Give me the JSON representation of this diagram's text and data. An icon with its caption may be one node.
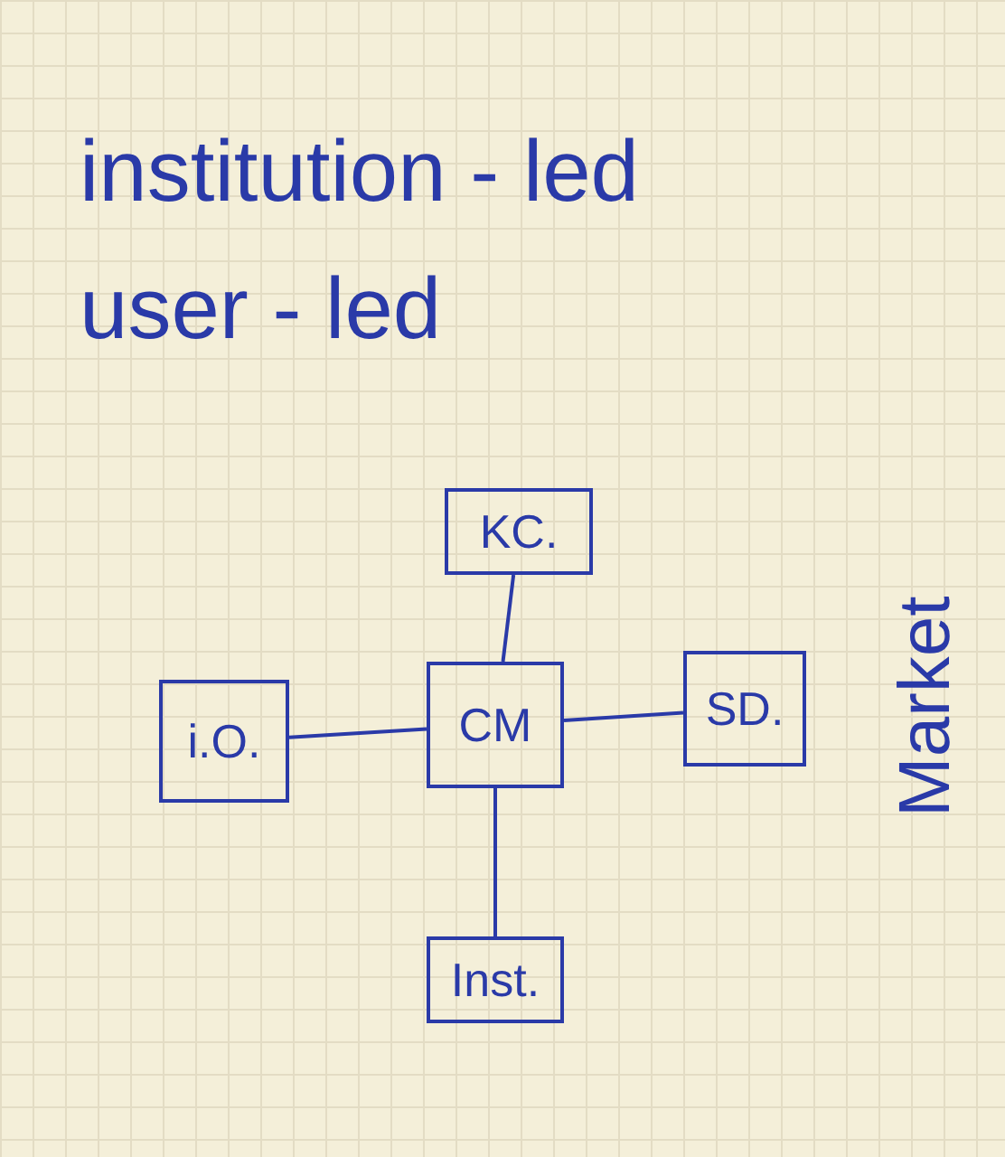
{
  "diagram": {
    "nodes": [
      {
        "text": [
          "KC."
        ]
      },
      {
        "text": [
          "i.O."
        ]
      },
      {
        "text": [
          "CM"
        ]
      },
      {
        "text": [
          "SD."
        ]
      },
      {
        "text": [
          "Inst."
        ]
      }
    ],
    "edges": [
      {
        "from": 0,
        "to": 2,
        "arrow": "none"
      },
      {
        "from": 1,
        "to": 2,
        "arrow": "none"
      },
      {
        "from": 2,
        "to": 3,
        "arrow": "none"
      },
      {
        "from": 2,
        "to": 4,
        "arrow": "none"
      }
    ],
    "labels": [
      "institution - led",
      "user - led",
      "Market"
    ]
  }
}
